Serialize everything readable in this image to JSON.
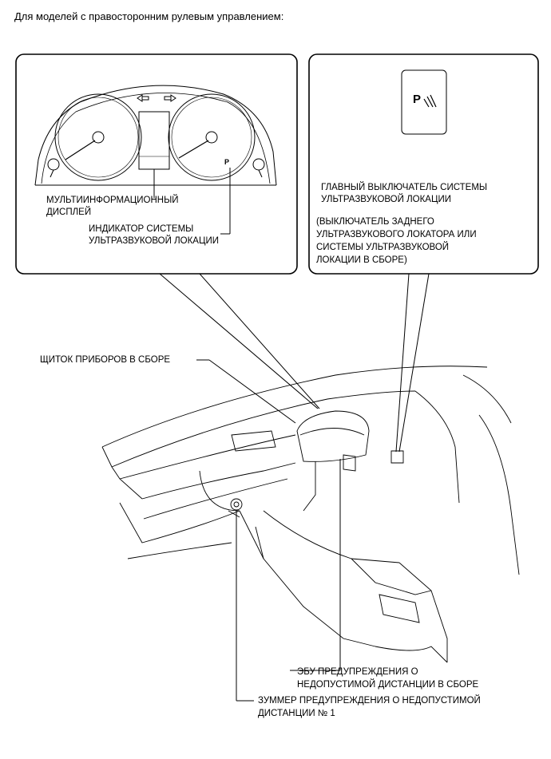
{
  "header": {
    "title": "Для моделей с правосторонним рулевым управлением:"
  },
  "left_panel": {
    "multi_display_line1": "МУЛЬТИИНФОРМАЦИОННЫЙ",
    "multi_display_line2": "ДИСПЛЕЙ",
    "indicator_line1": "ИНДИКАТОР СИСТЕМЫ",
    "indicator_line2": "УЛЬТРАЗВУКОВОЙ ЛОКАЦИИ",
    "indicator_glyph": "P"
  },
  "right_panel": {
    "switch_glyph": "P",
    "main_switch_line1": "ГЛАВНЫЙ ВЫКЛЮЧАТЕЛЬ СИСТЕМЫ",
    "main_switch_line2": "УЛЬТРАЗВУКОВОЙ ЛОКАЦИИ",
    "alt_line1": "(ВЫКЛЮЧАТЕЛЬ ЗАДНЕГО",
    "alt_line2": "УЛЬТРАЗВУКОВОГО ЛОКАТОРА ИЛИ",
    "alt_line3": "СИСТЕМЫ УЛЬТРАЗВУКОВОЙ",
    "alt_line4": "ЛОКАЦИИ В СБОРЕ)"
  },
  "callouts": {
    "cluster": "ЩИТОК ПРИБОРОВ В СБОРЕ",
    "ecu_line1": "ЭБУ ПРЕДУПРЕЖДЕНИЯ О",
    "ecu_line2": "НЕДОПУСТИМОЙ ДИСТАНЦИИ В СБОРЕ",
    "buzzer_line1": "ЗУММЕР ПРЕДУПРЕЖДЕНИЯ О НЕДОПУСТИМОЙ",
    "buzzer_line2": "ДИСТАНЦИИ № 1"
  }
}
